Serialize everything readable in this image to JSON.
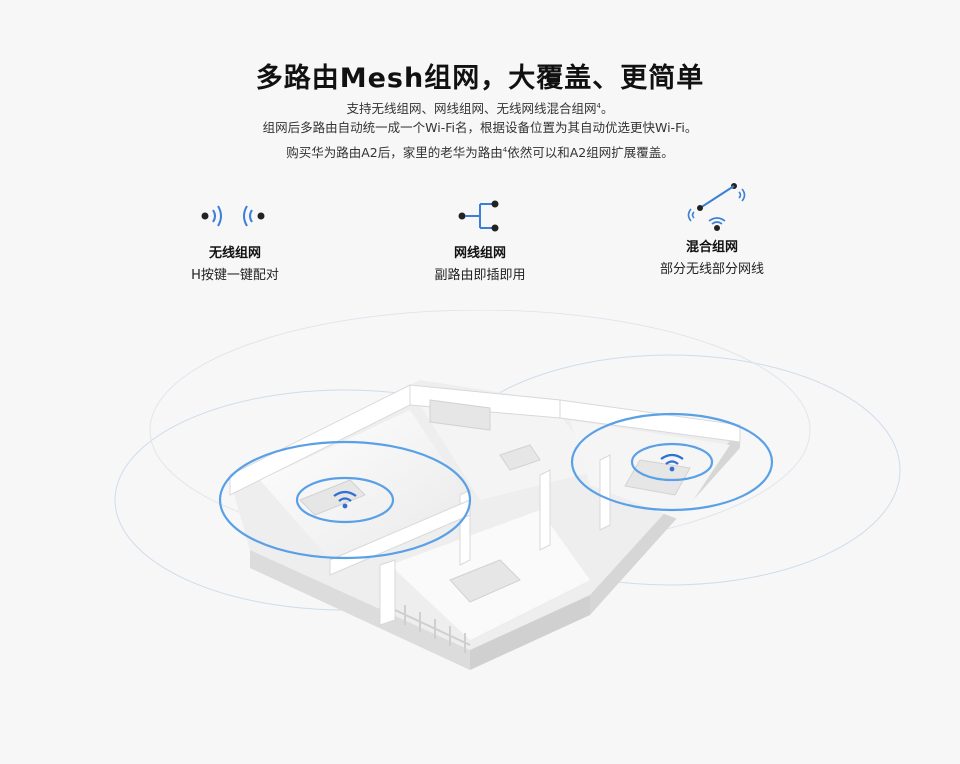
{
  "hero": {
    "title": "多路由Mesh组网，大覆盖、更简单",
    "line1": "支持无线组网、网线组网、无线网线混合组网",
    "line1_sup": "4",
    "line1_end": "。",
    "line2": "组网后多路由自动统一成一个Wi-Fi名，根据设备位置为其自动优选更快Wi-Fi。",
    "line3_a": "购买华为路由A2后，家里的老华为路由",
    "line3_sup": "4",
    "line3_b": "依然可以和A2组网扩展覆盖。"
  },
  "features": [
    {
      "name": "无线组网",
      "desc": "H按键一键配对",
      "icon": "wireless-pair-icon"
    },
    {
      "name": "网线组网",
      "desc": "副路由即插即用",
      "icon": "wired-network-icon"
    },
    {
      "name": "混合组网",
      "desc": "部分无线部分网线",
      "icon": "hybrid-network-icon"
    }
  ],
  "colors": {
    "accent": "#2f6fd6",
    "ring": "#5aa0e6",
    "background": "#f7f7f7"
  }
}
